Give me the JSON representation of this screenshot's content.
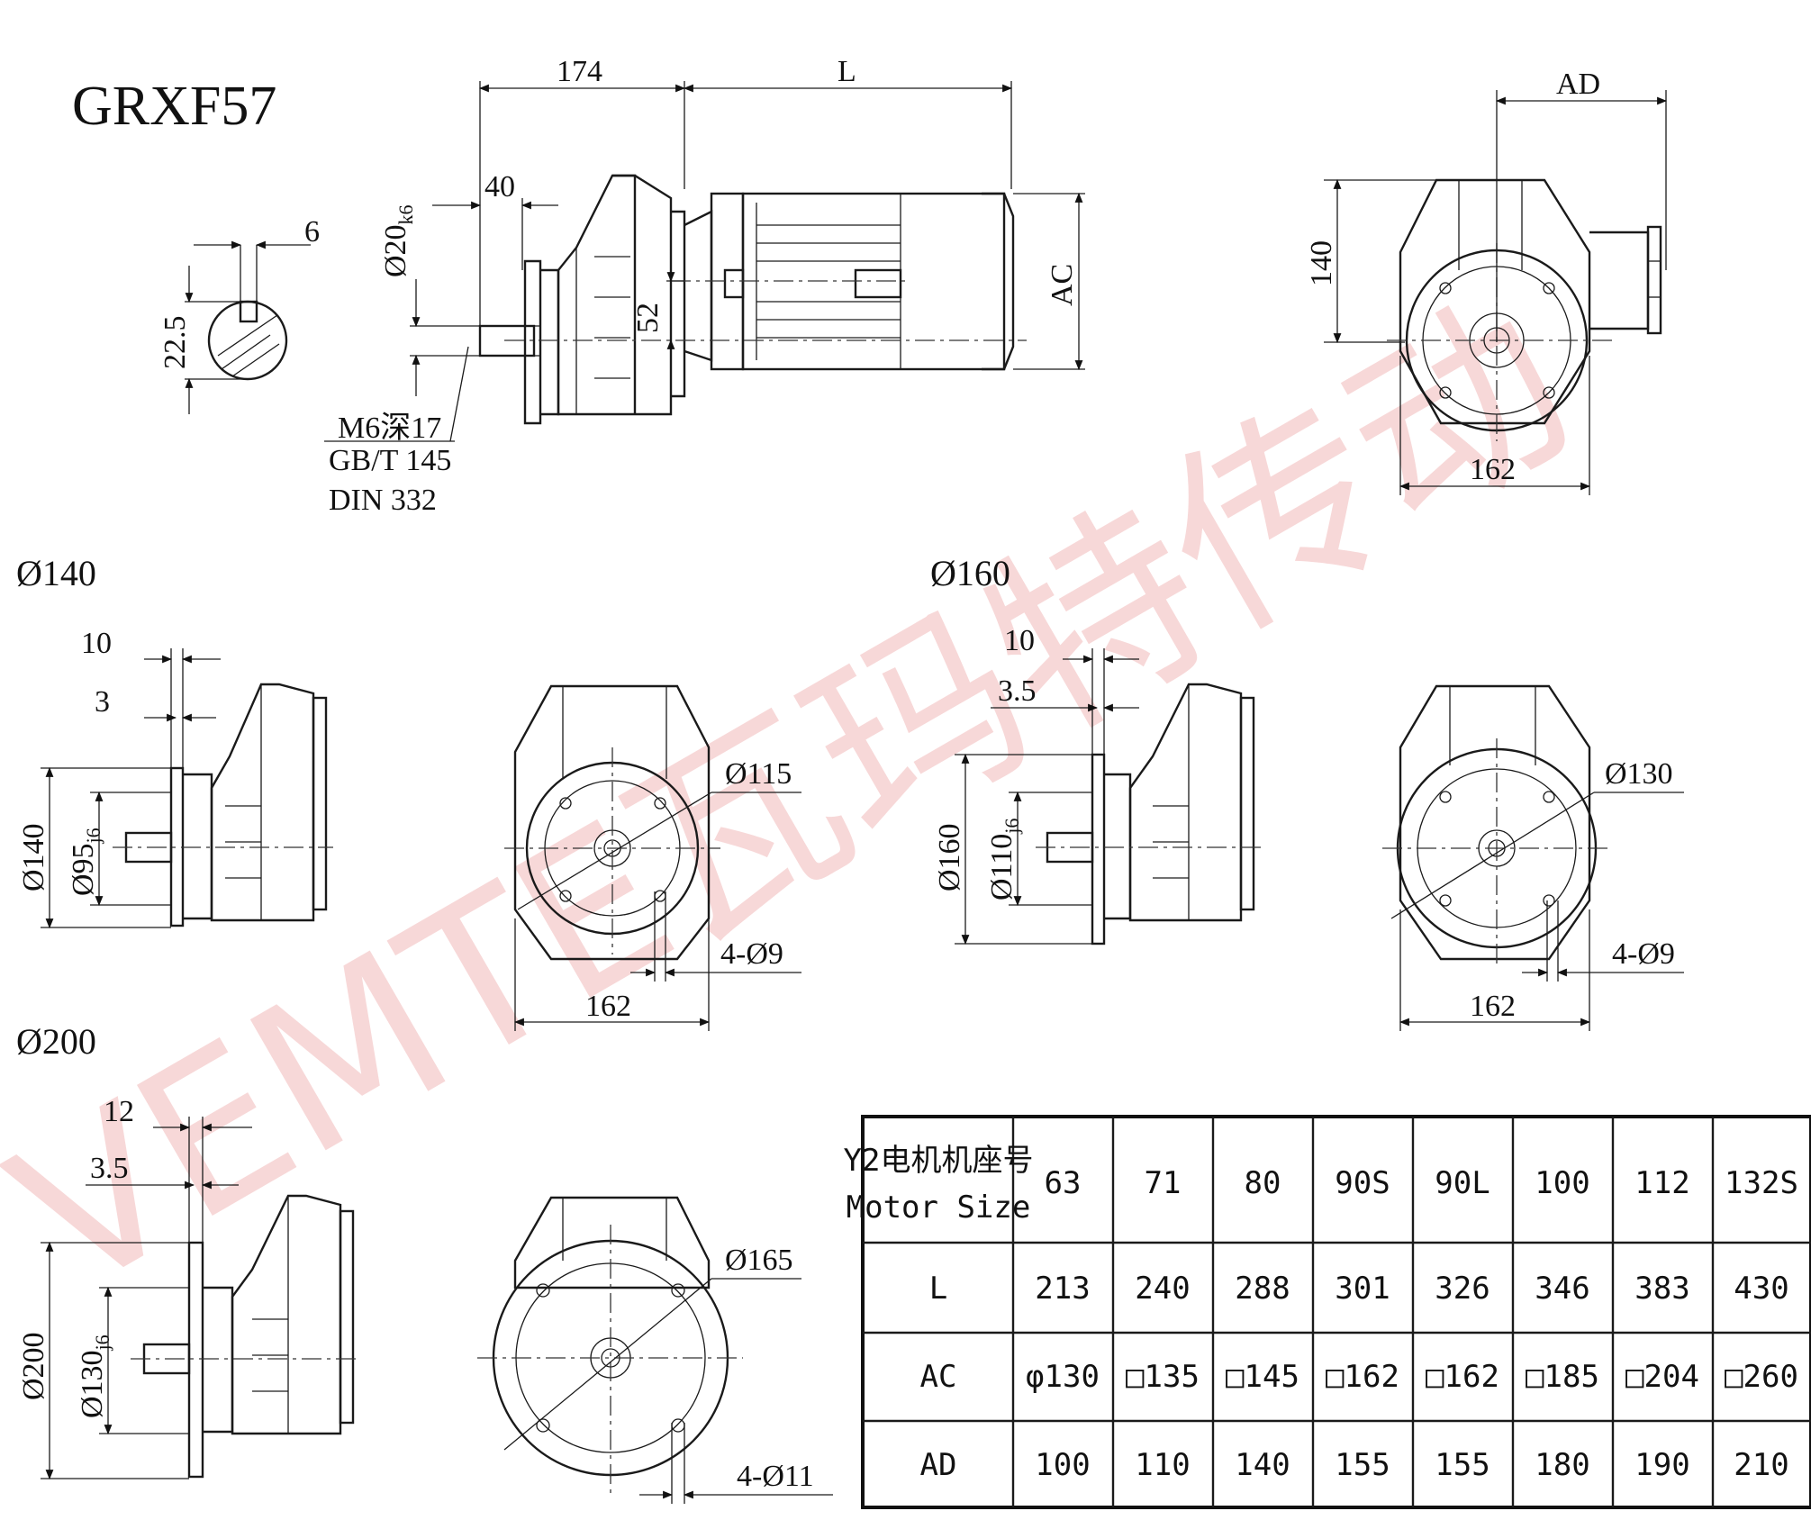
{
  "title": "GRXF57",
  "watermark": "VEMTE瓦玛特传动",
  "top_view": {
    "dim_174": "174",
    "dim_L": "L",
    "dim_40": "40",
    "dim_shaft": "Ø20",
    "dim_shaft_tol": "k6",
    "dim_52": "52",
    "dim_AC": "AC",
    "thread_note_1": "M6深17",
    "thread_note_2": "GB/T 145",
    "thread_note_3": "DIN 332",
    "key_width": "6",
    "key_height": "22.5"
  },
  "end_view": {
    "dim_AD": "AD",
    "dim_140": "140",
    "dim_162": "162"
  },
  "flange_140": {
    "heading": "Ø140",
    "dim_10": "10",
    "dim_3": "3",
    "dim_outer": "Ø140",
    "dim_spigot": "Ø95",
    "dim_spigot_tol": "j6",
    "pcd": "Ø115",
    "holes": "4-Ø9",
    "width": "162"
  },
  "flange_160": {
    "heading": "Ø160",
    "dim_10": "10",
    "dim_35": "3.5",
    "dim_outer": "Ø160",
    "dim_spigot": "Ø110",
    "dim_spigot_tol": "j6",
    "pcd": "Ø130",
    "holes": "4-Ø9",
    "width": "162"
  },
  "flange_200": {
    "heading": "Ø200",
    "dim_12": "12",
    "dim_35": "3.5",
    "dim_outer": "Ø200",
    "dim_spigot": "Ø130",
    "dim_spigot_tol": "j6",
    "pcd": "Ø165",
    "holes": "4-Ø11"
  },
  "table": {
    "header_label_cn": "Y2电机机座号",
    "header_label_en": "Motor Size",
    "columns": [
      "63",
      "71",
      "80",
      "90S",
      "90L",
      "100",
      "112",
      "132S"
    ],
    "rows": [
      {
        "label": "L",
        "values": [
          "213",
          "240",
          "288",
          "301",
          "326",
          "346",
          "383",
          "430"
        ]
      },
      {
        "label": "AC",
        "values": [
          "φ130",
          "□135",
          "□145",
          "□162",
          "□162",
          "□185",
          "□204",
          "□260"
        ]
      },
      {
        "label": "AD",
        "values": [
          "100",
          "110",
          "140",
          "155",
          "155",
          "180",
          "190",
          "210"
        ]
      }
    ]
  }
}
